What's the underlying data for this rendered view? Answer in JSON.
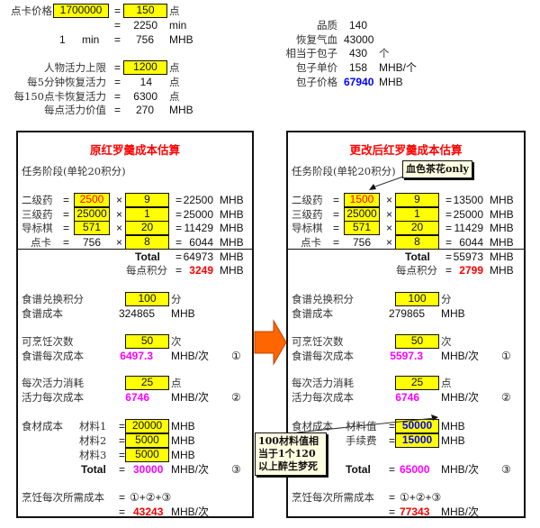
{
  "top": {
    "card_price_label": "点卡价格",
    "card_price": "1700000",
    "eq": "=",
    "card_points": "150",
    "pt": "点",
    "minutes": "2250",
    "min": "min",
    "one": "1",
    "min_cost": "756",
    "mhb": "MHB",
    "vit_max_label": "人物活力上限",
    "vit_max": "1200",
    "vit5_label": "每5分钟恢复活力",
    "vit5": "14",
    "vit150_label": "每150点卡恢复活力",
    "vit150": "6300",
    "vitval_label": "每点活力价值",
    "vitval": "270"
  },
  "bun": {
    "quality_label": "品质",
    "quality": "140",
    "hp_label": "恢复气血",
    "hp": "43000",
    "eq_label": "相当于包子",
    "eq_count": "430",
    "ge": "个",
    "unit_label": "包子单价",
    "unit_price": "158",
    "unit_unit": "MHB/个",
    "price_label": "包子价格",
    "price": "67940",
    "price_unit": "MHB"
  },
  "common": {
    "eq": "=",
    "times": "×",
    "mhb": "MHB",
    "fen": "分",
    "ci": "次",
    "dian": "点",
    "per": "MHB/次",
    "c1": "①",
    "c2": "②",
    "c3": "③",
    "sum": "①+②+③",
    "total": "Total",
    "stage": "任务阶段(单轮20积分)",
    "r1": "二级药",
    "r2": "三级药",
    "r3": "导标棋",
    "r4": "点卡",
    "per_point": "每点积分",
    "recipe_pts": "食谱兑换积分",
    "recipe_cost": "食谱成本",
    "cook_n": "可烹饪次数",
    "recipe_each": "食谱每次成本",
    "vit_use": "每次活力消耗",
    "vit_each": "活力每次成本",
    "mat_cost": "食材成本",
    "cook_total": "烹饪每次所需成本"
  },
  "left": {
    "title": "原红罗羹成本估算",
    "rows": [
      {
        "p": "2500",
        "n": "9",
        "v": "22500"
      },
      {
        "p": "25000",
        "n": "1",
        "v": "25000"
      },
      {
        "p": "571",
        "n": "20",
        "v": "11429"
      },
      {
        "p": "756",
        "n": "8",
        "v": "6044"
      }
    ],
    "total": "64973",
    "per_point": "3249",
    "recipe_pts": "100",
    "recipe_cost": "324865",
    "cook_n": "50",
    "recipe_each": "6497.3",
    "vit_use": "25",
    "vit_each": "6746",
    "m1_label": "材料1",
    "m1": "20000",
    "m2_label": "材料2",
    "m2": "5000",
    "m3_label": "材料3",
    "m3": "5000",
    "mat_total": "30000",
    "final": "43243"
  },
  "right": {
    "title": "更改后红罗羹成本估算",
    "note": "血色茶花only",
    "rows": [
      {
        "p": "1500",
        "n": "9",
        "v": "13500"
      },
      {
        "p": "25000",
        "n": "1",
        "v": "25000"
      },
      {
        "p": "571",
        "n": "20",
        "v": "11429"
      },
      {
        "p": "756",
        "n": "8",
        "v": "6044"
      }
    ],
    "total": "55973",
    "per_point": "2799",
    "recipe_pts": "100",
    "recipe_cost": "279865",
    "cook_n": "50",
    "recipe_each": "5597.3",
    "vit_use": "25",
    "vit_each": "6746",
    "mv_label": "材料值",
    "mv": "50000",
    "fee_label": "手续费",
    "fee": "15000",
    "mat_total": "65000",
    "final": "77343",
    "note2": "100材料值相当于1个120以上醉生梦死"
  },
  "colors": {
    "yellow": "#ffff00",
    "red": "#ff0000",
    "magenta": "#ff00ff",
    "blue": "#0000ff",
    "arrow": "#ff6600"
  }
}
